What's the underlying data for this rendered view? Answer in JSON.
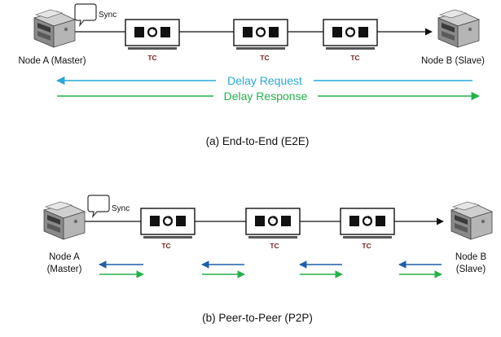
{
  "colors": {
    "request": "#29a8d8",
    "response": "#24b24b",
    "pair_blue": "#1f5fa8",
    "pair_green": "#24b24b",
    "tc_label": "#7a1f1f",
    "line": "#111111"
  },
  "icons": {
    "node": "printer-server-icon",
    "sync": "speech-bubble-icon",
    "tc": "transparent-clock-icon"
  },
  "e2e": {
    "sync_label": "Sync",
    "node_a_label": "Node A (Master)",
    "node_b_label": "Node B (Slave)",
    "tc_labels": [
      "TC",
      "TC",
      "TC"
    ],
    "delay_request": "Delay Request",
    "delay_response": "Delay Response",
    "caption": "(a) End-to-End (E2E)"
  },
  "p2p": {
    "sync_label": "Sync",
    "node_a_line1": "Node A",
    "node_a_line2": "(Master)",
    "node_b_line1": "Node B",
    "node_b_line2": "(Slave)",
    "tc_labels": [
      "TC",
      "TC",
      "TC"
    ],
    "caption": "(b) Peer-to-Peer (P2P)"
  }
}
